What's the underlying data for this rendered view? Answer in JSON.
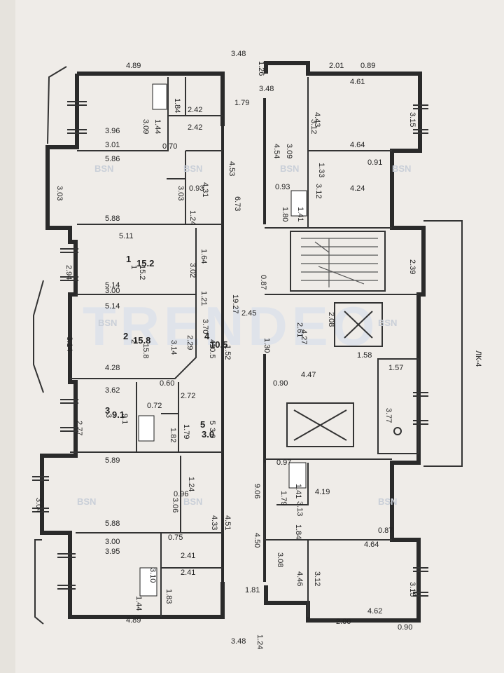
{
  "watermarks": {
    "brand": "BSN",
    "big": "TRENDEO"
  },
  "stamp_text": "ЛК-4",
  "top_cut": "3.48",
  "bottom_cut": "3.48",
  "labels": [
    "4.89",
    "3.09",
    "1.44",
    "1.84",
    "2.42",
    "3.96",
    "2.42",
    "3.01",
    "0.70",
    "1.79",
    "4.53",
    "3.48",
    "4.54",
    "3.09",
    "4.43",
    "3.12",
    "2.01",
    "0.89",
    "4.61",
    "3.15",
    "5.86",
    "3.03",
    "3.03",
    "0.93",
    "4.31",
    "1.24",
    "6.73",
    "0.93",
    "1.33",
    "4.64",
    "0.91",
    "3.12",
    "4.24",
    "1.80",
    "1.41",
    "5.88",
    "5.11",
    "2.94",
    "1.64",
    "3.02",
    "15.2",
    "1",
    "5.14",
    "3.00",
    "2.39",
    "0.87",
    "1.21",
    "19.27",
    "5.14",
    "3.70",
    "2.45",
    "2.29",
    "3.14",
    "15.8",
    "2",
    "10.5",
    "4",
    "1.52",
    "1.30",
    "3.14",
    "2.61",
    "4.27",
    "2.08",
    "1.58",
    "4.28",
    "0.60",
    "1.57",
    "3.62",
    "0.72",
    "2.72",
    "4.47",
    "0.90",
    "2.77",
    "9.1",
    "3",
    "3.77",
    "1.82",
    "1.79",
    "3.0",
    "5",
    "5.89",
    "1.24",
    "0.97",
    "3.04",
    "9.06",
    "3.06",
    "0.96",
    "4.33",
    "4.51",
    "1.41",
    "1.79",
    "3.13",
    "4.19",
    "5.88",
    "1.84",
    "4.50",
    "0.87",
    "0.75",
    "3.00",
    "3.95",
    "2.41",
    "3.10",
    "3.08",
    "4.46",
    "3.12",
    "4.64",
    "3.15",
    "1.44",
    "1.83",
    "2.41",
    "1.81",
    "4.89",
    "4.62",
    "2.00",
    "0.90",
    "1.24",
    "1.26"
  ],
  "rooms": [
    {
      "label": "1",
      "area": "15.2"
    },
    {
      "label": "2",
      "area": "15.8"
    },
    {
      "label": "3",
      "area": "9.1"
    },
    {
      "label": "4",
      "area": "10.5"
    },
    {
      "label": "5",
      "area": "3.0"
    }
  ]
}
